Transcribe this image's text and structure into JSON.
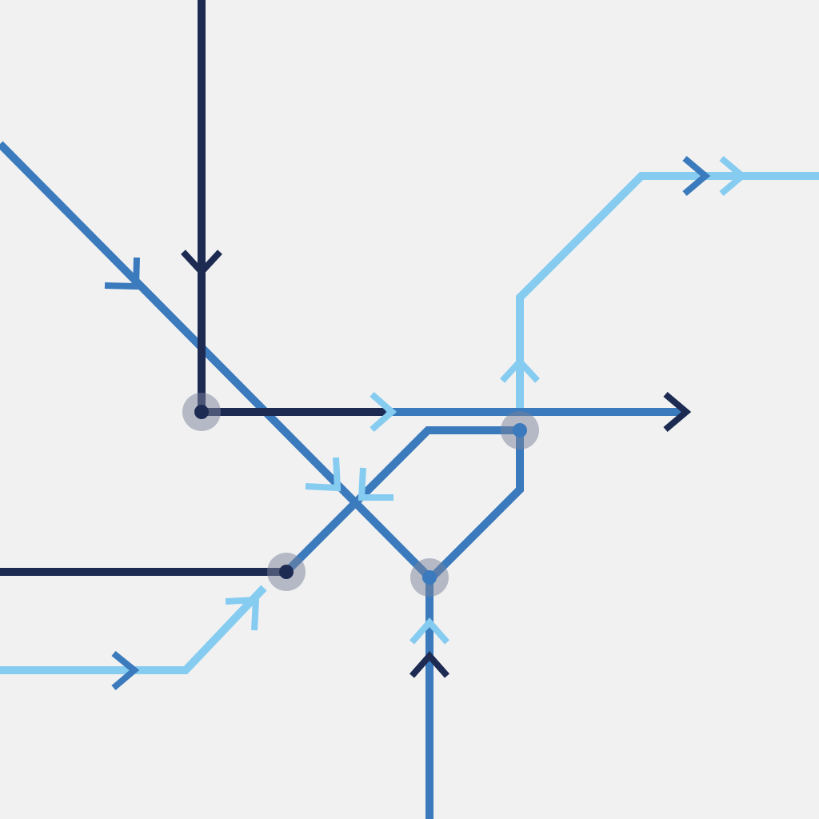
{
  "colors": {
    "background": "#f1f1f1",
    "navy": "#1d2b53",
    "mid_blue": "#3a7abd",
    "light_blue": "#86ccf1",
    "node_halo": "#7a8299"
  },
  "lines": [
    {
      "name": "navy-route-vertical",
      "color_key": "navy"
    },
    {
      "name": "navy-route-west",
      "color_key": "navy"
    },
    {
      "name": "blue-route-diagonal",
      "color_key": "mid_blue"
    },
    {
      "name": "blue-route-horizontal",
      "color_key": "mid_blue"
    },
    {
      "name": "blue-route-loop",
      "color_key": "mid_blue"
    },
    {
      "name": "blue-route-south",
      "color_key": "mid_blue"
    },
    {
      "name": "light-route-north-east",
      "color_key": "light_blue"
    },
    {
      "name": "light-route-south-west",
      "color_key": "light_blue"
    }
  ],
  "nodes": [
    {
      "name": "node-junction-west",
      "dot_color_key": "navy"
    },
    {
      "name": "node-junction-east",
      "dot_color_key": "mid_blue"
    },
    {
      "name": "node-junction-south",
      "dot_color_key": "mid_blue"
    },
    {
      "name": "node-junction-southwest",
      "dot_color_key": "navy"
    }
  ],
  "arrows": [
    {
      "name": "arrow-icon-navy-down",
      "color_key": "navy"
    },
    {
      "name": "arrow-icon-blue-diagonal",
      "color_key": "mid_blue"
    },
    {
      "name": "arrow-icon-light-right-center",
      "color_key": "light_blue"
    },
    {
      "name": "arrow-icon-navy-right-end",
      "color_key": "navy"
    },
    {
      "name": "arrow-icon-light-up",
      "color_key": "light_blue"
    },
    {
      "name": "arrow-icon-blue-right-top",
      "color_key": "mid_blue"
    },
    {
      "name": "arrow-icon-light-right-top",
      "color_key": "light_blue"
    },
    {
      "name": "arrow-icon-light-merge-left",
      "color_key": "light_blue"
    },
    {
      "name": "arrow-icon-light-merge-right",
      "color_key": "light_blue"
    },
    {
      "name": "arrow-icon-light-diagonal-up",
      "color_key": "light_blue"
    },
    {
      "name": "arrow-icon-blue-right-bottom",
      "color_key": "mid_blue"
    },
    {
      "name": "arrow-icon-light-up-south",
      "color_key": "light_blue"
    },
    {
      "name": "arrow-icon-navy-up-south",
      "color_key": "navy"
    }
  ]
}
